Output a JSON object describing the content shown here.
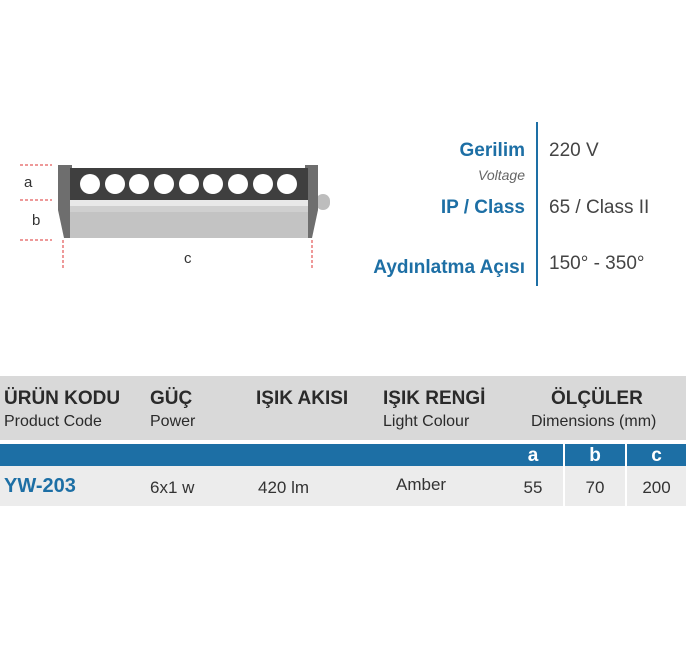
{
  "diagram": {
    "label_a": "a",
    "label_b": "b",
    "label_c": "c"
  },
  "specs": [
    {
      "label": "Gerilim",
      "sublabel": "Voltage",
      "value": "220 V"
    },
    {
      "label": "IP / Class",
      "sublabel": "",
      "value": "65 / Class II"
    },
    {
      "label": "Aydınlatma Açısı",
      "sublabel": "",
      "value": "150° - 350°"
    }
  ],
  "table": {
    "columns": [
      {
        "title": "ÜRÜN KODU",
        "subtitle": "Product Code"
      },
      {
        "title": "GÜÇ",
        "subtitle": "Power"
      },
      {
        "title": "IŞIK AKISI",
        "subtitle": ""
      },
      {
        "title": "IŞIK RENGİ",
        "subtitle": "Light Colour"
      },
      {
        "title": "ÖLÇÜLER",
        "subtitle": "Dimensions (mm)"
      }
    ],
    "dimension_headers": [
      "a",
      "b",
      "c"
    ],
    "row": {
      "code": "YW-203",
      "power": "6x1 w",
      "flux": "420 lm",
      "colour": "Amber",
      "a": "55",
      "b": "70",
      "c": "200"
    }
  },
  "colors": {
    "accent": "#1d6fa5",
    "header_band": "#d9d9d9",
    "row_band": "#ececec"
  }
}
